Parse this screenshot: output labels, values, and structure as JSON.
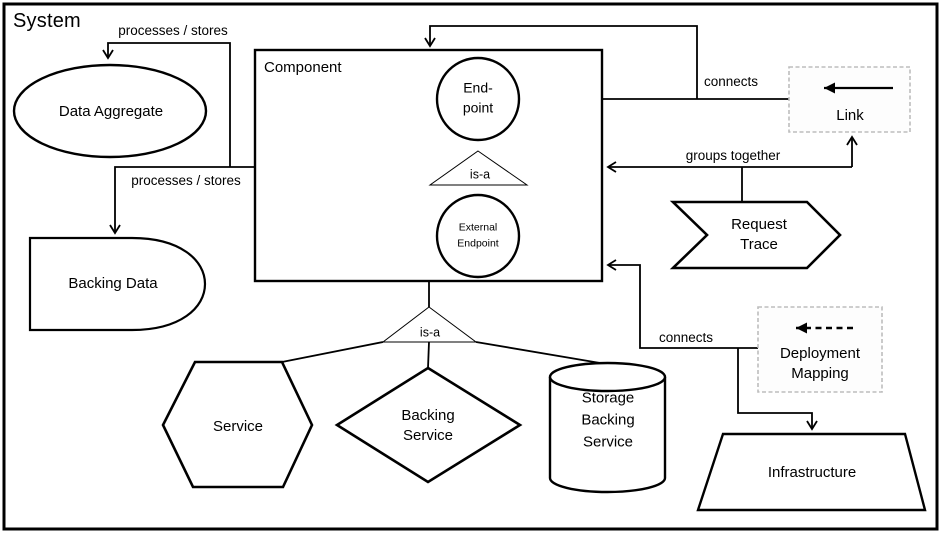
{
  "title": "System",
  "nodes": {
    "component": "Component",
    "endpoint": "End-\npoint",
    "external_endpoint": "External\nEndpoint",
    "data_aggregate": "Data Aggregate",
    "backing_data": "Backing Data",
    "service": "Service",
    "backing_service": "Backing\nService",
    "storage_backing_service": "Storage\nBacking\nService",
    "infrastructure": "Infrastructure",
    "request_trace": "Request\nTrace",
    "link": "Link",
    "deployment_mapping": "Deployment\nMapping"
  },
  "edge_labels": {
    "processes_stores_top": "processes / stores",
    "processes_stores_bottom": "processes / stores",
    "connects_top": "connects",
    "connects_bottom": "connects",
    "groups_together": "groups together",
    "is_a_inner": "is-a",
    "is_a_outer": "is-a"
  },
  "colors": {
    "stroke": "#000000",
    "background": "#ffffff",
    "dashed_box_border": "#bdbdbd"
  }
}
